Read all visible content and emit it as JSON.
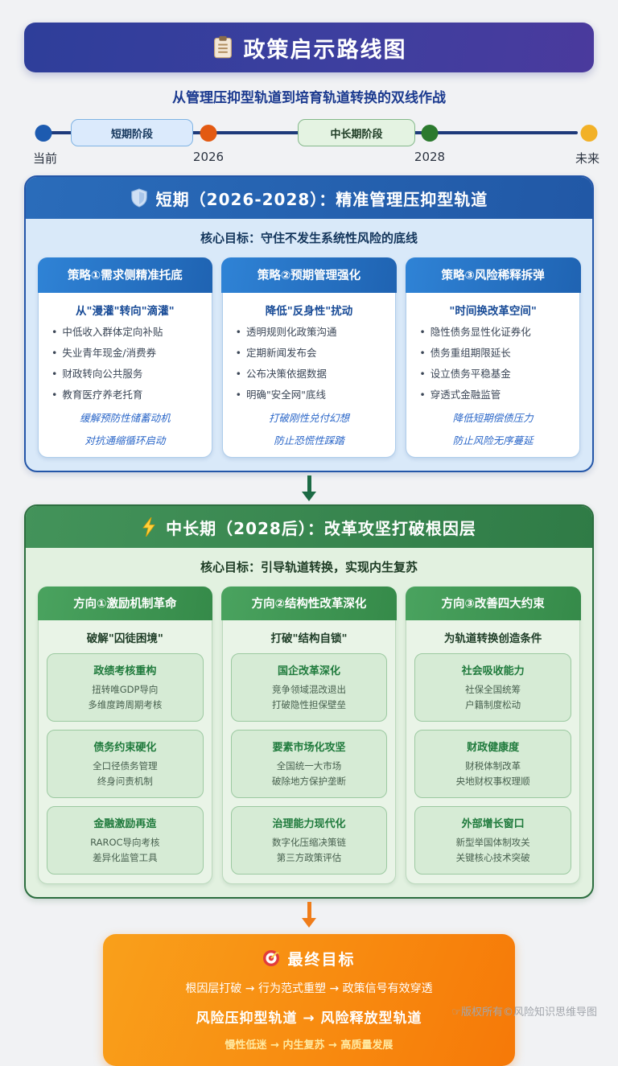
{
  "header": {
    "title": "政策启示路线图"
  },
  "subtitle": "从管理压抑型轨道到培育轨道转换的双线作战",
  "timeline": {
    "milestones": [
      {
        "label": "当前",
        "color": "#1d5bb0"
      },
      {
        "label": "2026",
        "color": "#e35a12"
      },
      {
        "label": "2028",
        "color": "#2c7a2e"
      },
      {
        "label": "未来",
        "color": "#f2b127"
      }
    ],
    "phases": [
      {
        "label": "短期阶段"
      },
      {
        "label": "中长期阶段"
      }
    ]
  },
  "short_term": {
    "title": "短期（2026-2028）：精准管理压抑型轨道",
    "goal": "核心目标：守住不发生系统性风险的底线",
    "cards": [
      {
        "header": "策略①需求侧精准托底",
        "subtitle": "从\"漫灌\"转向\"滴灌\"",
        "bullets": [
          "中低收入群体定向补贴",
          "失业青年现金/消费券",
          "财政转向公共服务",
          "教育医疗养老托育"
        ],
        "notes": [
          "缓解预防性储蓄动机",
          "对抗通缩循环启动"
        ]
      },
      {
        "header": "策略②预期管理强化",
        "subtitle": "降低\"反身性\"扰动",
        "bullets": [
          "透明规则化政策沟通",
          "定期新闻发布会",
          "公布决策依据数据",
          "明确\"安全网\"底线"
        ],
        "notes": [
          "打破刚性兑付幻想",
          "防止恐慌性踩踏"
        ]
      },
      {
        "header": "策略③风险稀释拆弹",
        "subtitle": "\"时间换改革空间\"",
        "bullets": [
          "隐性债务显性化证券化",
          "债务重组期限延长",
          "设立债务平稳基金",
          "穿透式金融监管"
        ],
        "notes": [
          "降低短期偿债压力",
          "防止风险无序蔓延"
        ]
      }
    ]
  },
  "mid_term": {
    "title": "中长期（2028后）：改革攻坚打破根因层",
    "goal": "核心目标：引导轨道转换，实现内生复苏",
    "cards": [
      {
        "header": "方向①激励机制革命",
        "subtitle": "破解\"囚徒困境\"",
        "boxes": [
          {
            "title": "政绩考核重构",
            "lines": [
              "扭转唯GDP导向",
              "多维度跨周期考核"
            ]
          },
          {
            "title": "债务约束硬化",
            "lines": [
              "全口径债务管理",
              "终身问责机制"
            ]
          },
          {
            "title": "金融激励再造",
            "lines": [
              "RAROC导向考核",
              "差异化监管工具"
            ]
          }
        ]
      },
      {
        "header": "方向②结构性改革深化",
        "subtitle": "打破\"结构自锁\"",
        "boxes": [
          {
            "title": "国企改革深化",
            "lines": [
              "竞争领域混改退出",
              "打破隐性担保壁垒"
            ]
          },
          {
            "title": "要素市场化攻坚",
            "lines": [
              "全国统一大市场",
              "破除地方保护垄断"
            ]
          },
          {
            "title": "治理能力现代化",
            "lines": [
              "数字化压缩决策链",
              "第三方政策评估"
            ]
          }
        ]
      },
      {
        "header": "方向③改善四大约束",
        "subtitle": "为轨道转换创造条件",
        "boxes": [
          {
            "title": "社会吸收能力",
            "lines": [
              "社保全国统筹",
              "户籍制度松动"
            ]
          },
          {
            "title": "财政健康度",
            "lines": [
              "财税体制改革",
              "央地财权事权理顺"
            ]
          },
          {
            "title": "外部增长窗口",
            "lines": [
              "新型举国体制攻关",
              "关键核心技术突破"
            ]
          }
        ]
      }
    ]
  },
  "final_goal": {
    "title": "最终目标",
    "line1": "根因层打破 → 行为范式重塑 → 政策信号有效穿透",
    "line2": "风险压抑型轨道 → 风险释放型轨道",
    "line3": "慢性低迷 → 内生复苏 → 高质量发展"
  },
  "footer": "☞版权所有©风险知识思维导图",
  "colors": {
    "header_gradient_start": "#2e3e9a",
    "header_gradient_end": "#4a3a9d",
    "short_term_accent": "#2a6cba",
    "mid_term_accent": "#43935a",
    "final_accent": "#f88b10"
  }
}
